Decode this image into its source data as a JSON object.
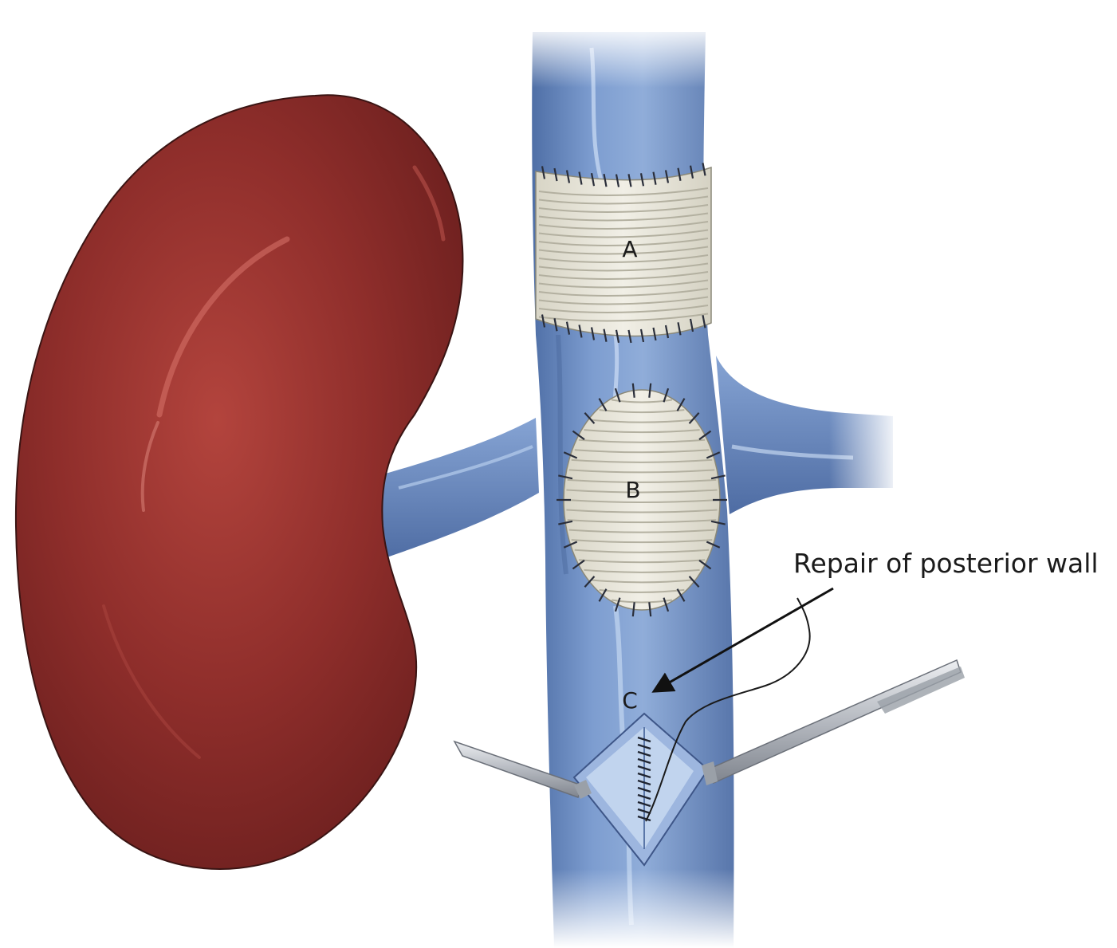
{
  "labels": {
    "a": "A",
    "b": "B",
    "c": "C",
    "annotation": "Repair of  posterior wall"
  },
  "colors": {
    "kidney": "#8e2d2a",
    "kidney_highlight": "#c4554c",
    "vessel": "#6e8fc4",
    "vessel_light": "#a9c1e3",
    "patch": "#e6e4d8",
    "suture": "#2a2e3a",
    "instrument": "#b9bcc2"
  }
}
